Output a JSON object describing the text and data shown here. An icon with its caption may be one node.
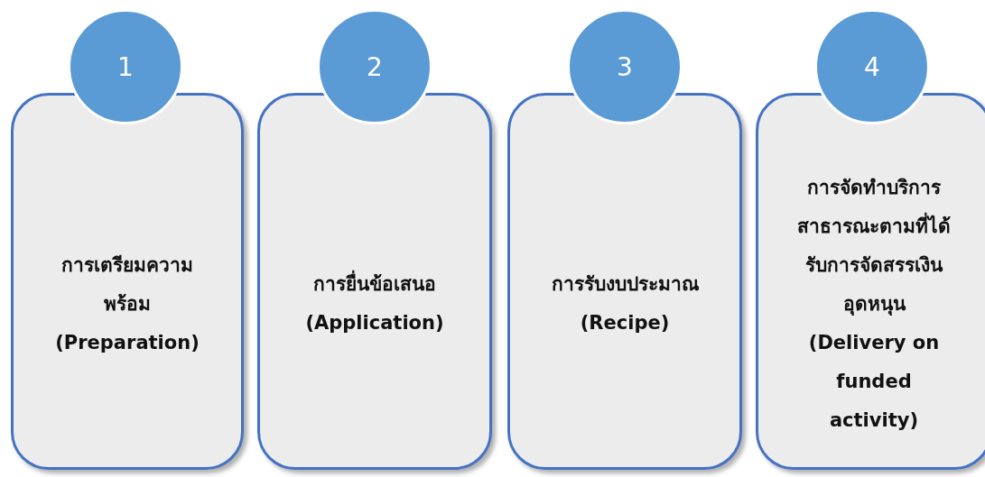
{
  "diagram": {
    "nodes": [
      {
        "text": [
          "1"
        ]
      },
      {
        "text": [
          "การเตรียมความพร้อม",
          "(Preparation)"
        ]
      },
      {
        "text": [
          "2"
        ]
      },
      {
        "text": [
          "การยื่นข้อเสนอ",
          "(Application)"
        ]
      },
      {
        "text": [
          "3"
        ]
      },
      {
        "text": [
          "การรับงบประมาณ",
          "(Recipe)"
        ]
      },
      {
        "text": [
          "4"
        ]
      },
      {
        "text": [
          "การจัดทำบริการสาธารณะตามที่ได้รับการจัดสรรเงินอุดหนุน",
          "(Delivery on funded activity)"
        ]
      }
    ]
  }
}
